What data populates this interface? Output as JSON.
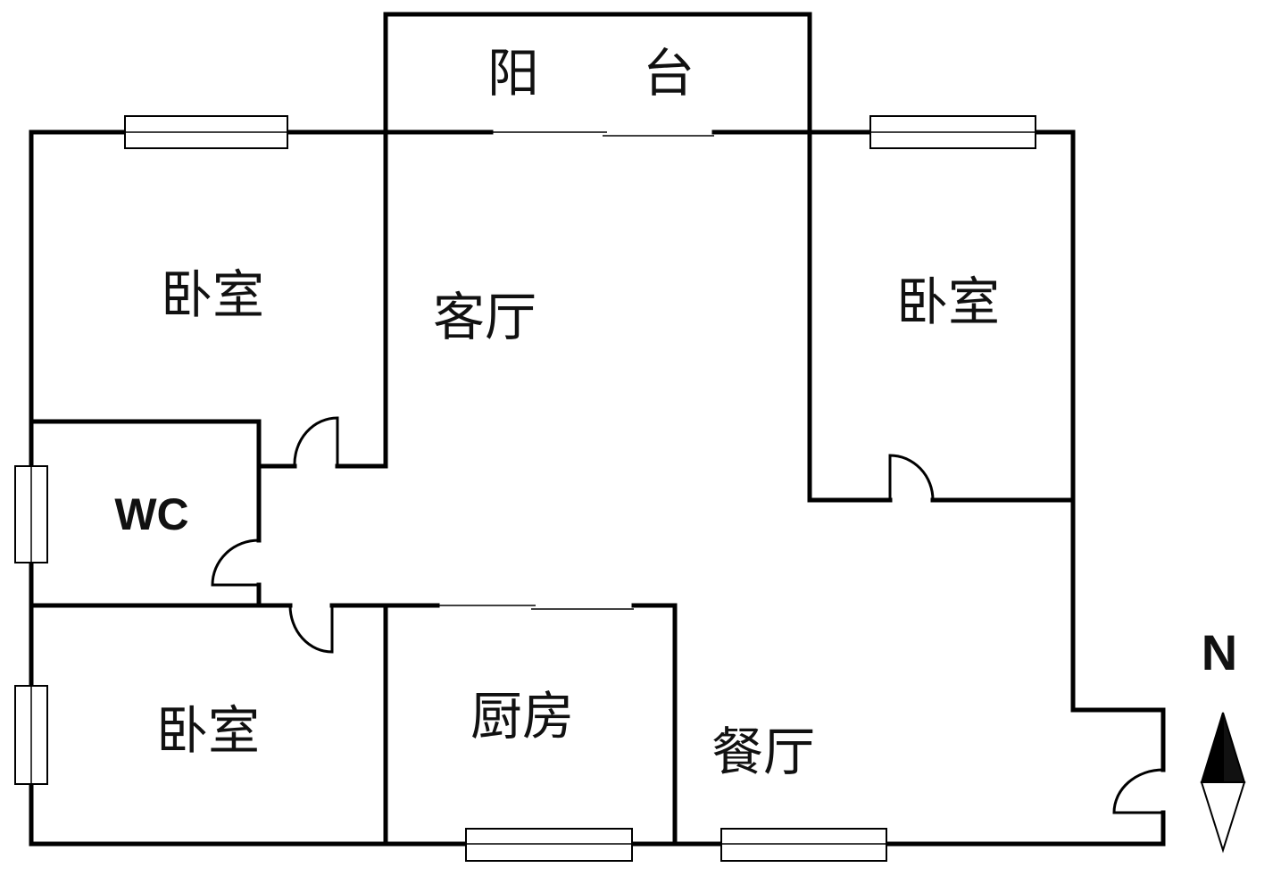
{
  "floor_plan": {
    "rooms": {
      "balcony": "阳　　台",
      "bedroom_nw": "卧室",
      "living_room": "客厅",
      "bedroom_ne": "卧室",
      "wc": "WC",
      "bedroom_sw": "卧室",
      "kitchen": "厨房",
      "dining_room": "餐厅"
    },
    "compass": {
      "label": "N"
    }
  }
}
